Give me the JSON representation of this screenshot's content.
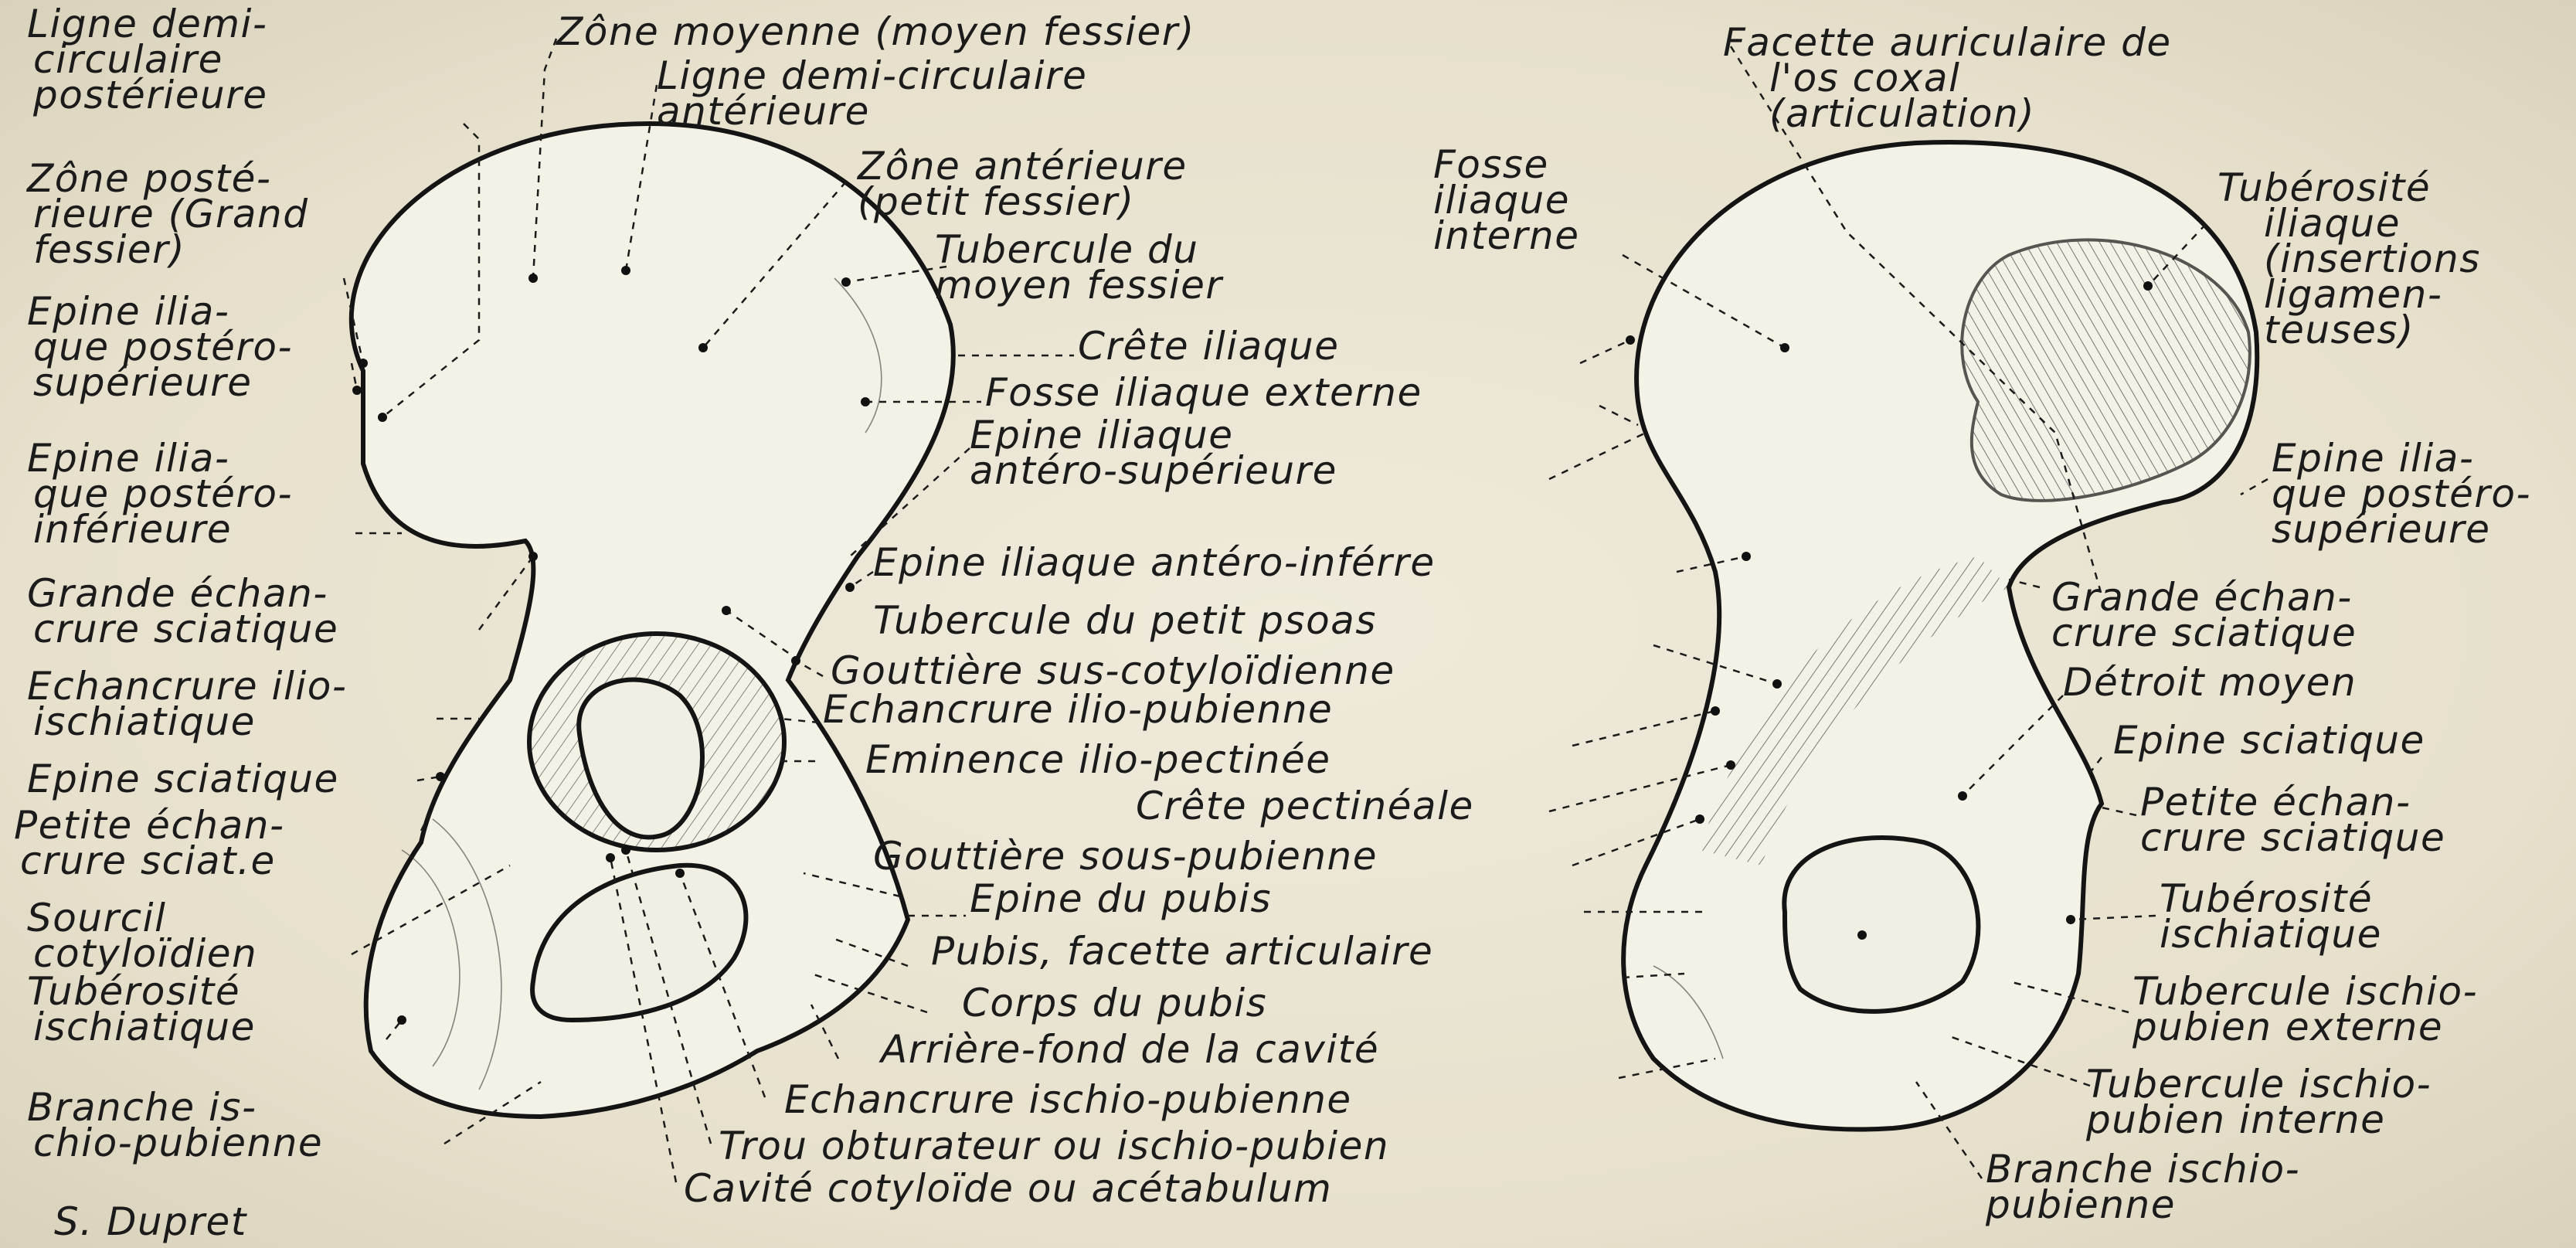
{
  "labels_left": [
    [
      "Ligne demi-",
      "circulaire",
      "postérieure"
    ],
    [
      "Zône posté-",
      "rieure (Grand",
      "fessier)"
    ],
    [
      "Epine ilia-",
      "que postéro-",
      "supérieure"
    ],
    [
      "Epine ilia-",
      "que postéro-",
      "inférieure"
    ],
    [
      "Grande échan-",
      "crure sciatique"
    ],
    [
      "Echancrure ilio-",
      "ischiatique"
    ],
    [
      "Epine sciatique"
    ],
    [
      "Petite échan-",
      "crure sciat.e"
    ],
    [
      "Sourcil",
      "cotyloïdien"
    ],
    [
      "Tubérosité",
      "ischiatique"
    ],
    [
      "Branche is-",
      "chio-pubienne"
    ]
  ],
  "labels_center": [
    [
      "Zône moyenne (moyen fessier)"
    ],
    [
      "Ligne demi-circulaire",
      "antérieure"
    ],
    [
      "Zône antérieure",
      "(petit fessier)"
    ],
    [
      "Tubercule du",
      "moyen fessier"
    ],
    [
      "Crête iliaque"
    ],
    [
      "Fosse iliaque externe"
    ],
    [
      "Epine iliaque",
      "antéro-supérieure"
    ],
    [
      "Epine iliaque antéro-inférre"
    ],
    [
      "Tubercule du petit psoas"
    ],
    [
      "Gouttière sus-cotyloïdienne"
    ],
    [
      "Echancrure ilio-pubienne"
    ],
    [
      "Eminence ilio-pectinée"
    ],
    [
      "Crête pectinéale"
    ],
    [
      "Gouttière sous-pubienne"
    ],
    [
      "Epine du pubis"
    ],
    [
      "Pubis, facette articulaire"
    ],
    [
      "Corps du pubis"
    ],
    [
      "Arrière-fond de la cavité"
    ],
    [
      "Echancrure ischio-pubienne"
    ],
    [
      "Trou obturateur ou ischio-pubien"
    ],
    [
      "Cavité cotyloïde ou acétabulum"
    ]
  ],
  "labels_right": [
    [
      "Facette auriculaire de",
      "l'os coxal",
      "(articulation)"
    ],
    [
      "Fosse",
      "iliaque",
      "interne"
    ],
    [
      "Tubérosité",
      "iliaque",
      "(insertions",
      "ligamen-",
      "teuses)"
    ],
    [
      "Epine ilia-",
      "que postéro-",
      "supérieure"
    ],
    [
      "Grande échan-",
      "crure sciatique"
    ],
    [
      "Détroit moyen"
    ],
    [
      "Epine sciatique"
    ],
    [
      "Petite échan-",
      "crure sciatique"
    ],
    [
      "Tubérosité",
      "ischiatique"
    ],
    [
      "Tubercule ischio-",
      "pubien externe"
    ],
    [
      "Tubercule ischio-",
      "pubien interne"
    ],
    [
      "Branche ischio-",
      "pubienne"
    ]
  ],
  "signature": "S. Dupret"
}
